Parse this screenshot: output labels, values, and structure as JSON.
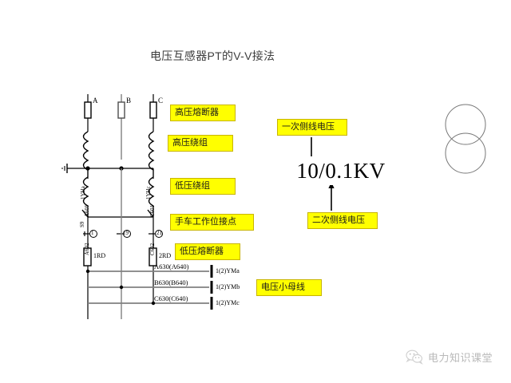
{
  "page": {
    "title": "电压互感器PT的V-V接法",
    "background_color": "#ffffff"
  },
  "colors": {
    "label_fill": "#ffff00",
    "label_border": "#c8b400",
    "wire_black": "#000000",
    "wire_gray": "#808080",
    "title_color": "#3d3d3d",
    "watermark_color": "#b9b9b9"
  },
  "annotations": {
    "hv_fuse": "高压熔断器",
    "hv_winding": "高压绕组",
    "lv_winding": "低压绕组",
    "truck_contact": "手车工作位接点",
    "lv_fuse": "低压熔断器",
    "small_bus": "电压小母线",
    "primary_voltage": "一次侧线电压",
    "secondary_voltage": "二次侧线电压"
  },
  "voltage": {
    "value": "10/0.1KV"
  },
  "phases": [
    {
      "letter": "A"
    },
    {
      "letter": "B"
    },
    {
      "letter": "C"
    }
  ],
  "device_labels": {
    "fuse_left": "1RD",
    "fuse_right": "2RD"
  },
  "vertical_labels": {
    "winding_left": "1YHa",
    "winding_right": "1YHc",
    "node_a601": "A601",
    "node_c601": "C601",
    "node_a602": "A602",
    "node_c602": "C602",
    "switch_left": "S9"
  },
  "contacts": [
    {
      "mark": "1"
    },
    {
      "mark": "19"
    },
    {
      "mark": "21"
    }
  ],
  "bus_lines": [
    {
      "label": "A630(A640)",
      "terminal": "1(2)YMa"
    },
    {
      "label": "B630(B640)",
      "terminal": "1(2)YMb"
    },
    {
      "label": "C630(C640)",
      "terminal": "1(2)YMc"
    }
  ],
  "watermark": {
    "text": "电力知识课堂",
    "icon": "wechat-icon"
  },
  "symbols": {
    "ground": "ground-icon",
    "overlap_circles": "vv-connection-circles"
  }
}
